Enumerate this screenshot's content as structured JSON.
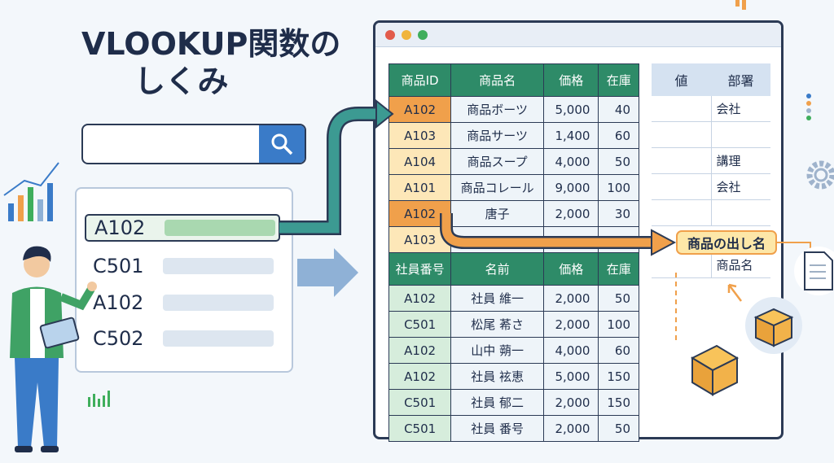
{
  "title": {
    "line1": "VLOOKUP関数の",
    "line2": "しくみ"
  },
  "search": {
    "value": ""
  },
  "lookup_list": [
    "A102",
    "C501",
    "A102",
    "C502"
  ],
  "table1": {
    "headers": [
      "商品ID",
      "商品名",
      "価格",
      "在庫"
    ],
    "rows": [
      [
        "A102",
        "商品ボーツ",
        "5,000",
        "40"
      ],
      [
        "A103",
        "商品サーツ",
        "1,400",
        "60"
      ],
      [
        "A104",
        "商品スープ",
        "4,000",
        "50"
      ],
      [
        "A101",
        "商品コレール",
        "9,000",
        "100"
      ],
      [
        "A102",
        "唐子",
        "2,000",
        "30"
      ],
      [
        "A103",
        "",
        "",
        ""
      ]
    ]
  },
  "table2": {
    "headers": [
      "社員番号",
      "名前",
      "価格",
      "在庫"
    ],
    "rows": [
      [
        "A102",
        "社員 維一",
        "2,000",
        "50"
      ],
      [
        "C501",
        "松尾 莃さ",
        "2,000",
        "100"
      ],
      [
        "A102",
        "山中 蒴一",
        "4,000",
        "60"
      ],
      [
        "A102",
        "社員 袨恵",
        "5,000",
        "150"
      ],
      [
        "C501",
        "社員 郁二",
        "2,000",
        "150"
      ],
      [
        "C501",
        "社員 番号",
        "2,000",
        "50"
      ]
    ]
  },
  "result_table": {
    "headers": [
      "値",
      "部署"
    ],
    "rows": [
      [
        "",
        "会社"
      ],
      [
        "",
        ""
      ],
      [
        "",
        "講理"
      ],
      [
        "",
        "会社"
      ],
      [
        "",
        ""
      ],
      [
        "",
        ""
      ],
      [
        "",
        "商品名"
      ]
    ]
  },
  "callout": "商品の出し名",
  "colors": {
    "accent_green": "#2e8b68",
    "accent_orange": "#f0a04b",
    "accent_blue": "#3a7bc8",
    "navy": "#1f2d4a"
  }
}
